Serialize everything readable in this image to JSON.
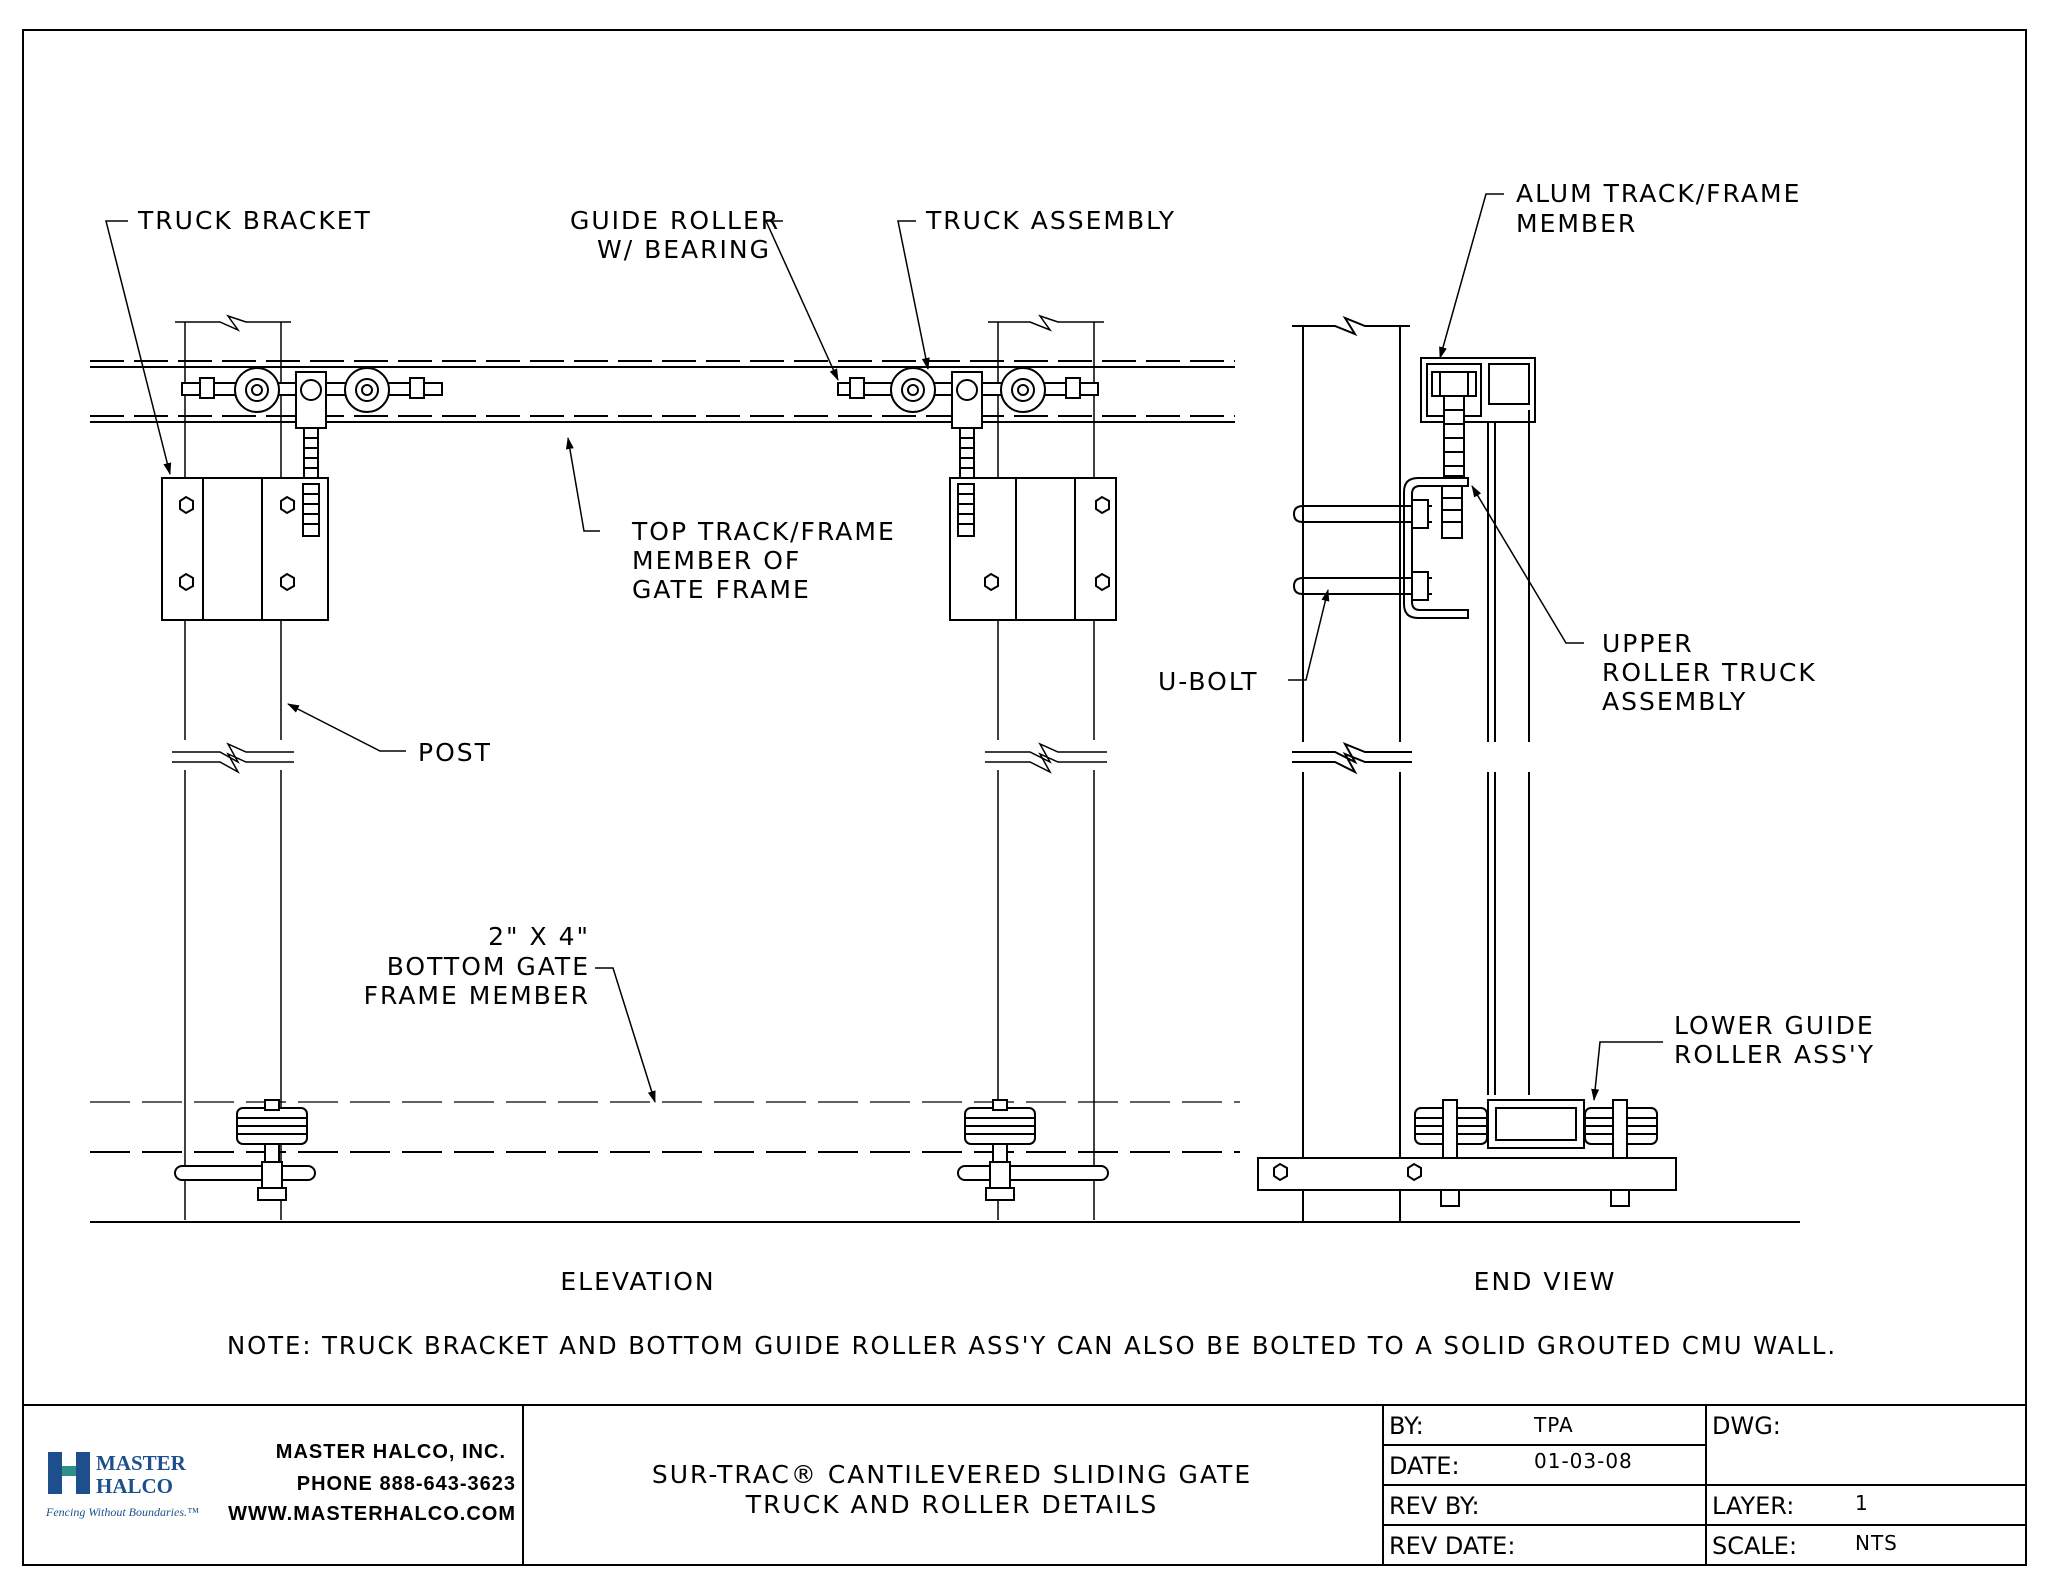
{
  "labels": {
    "truck_bracket": "TRUCK BRACKET",
    "guide_roller_1": "GUIDE ROLLER",
    "guide_roller_2": "W/ BEARING",
    "truck_assembly": "TRUCK ASSEMBLY",
    "alum_track_1": "ALUM TRACK/FRAME",
    "alum_track_2": "MEMBER",
    "top_track_1": "TOP TRACK/FRAME",
    "top_track_2": "MEMBER OF",
    "top_track_3": "GATE FRAME",
    "upper_roller_1": "UPPER",
    "upper_roller_2": "ROLLER TRUCK",
    "upper_roller_3": "ASSEMBLY",
    "u_bolt": "U-BOLT",
    "post": "POST",
    "bottom_member_1": "2\" X 4\"",
    "bottom_member_2": "BOTTOM GATE",
    "bottom_member_3": "FRAME MEMBER",
    "lower_guide_1": "LOWER GUIDE",
    "lower_guide_2": "ROLLER ASS'Y"
  },
  "views": {
    "elevation": "ELEVATION",
    "end_view": "END VIEW"
  },
  "note": "NOTE: TRUCK BRACKET AND BOTTOM GUIDE ROLLER ASS'Y CAN ALSO BE BOLTED TO A SOLID GROUTED CMU WALL.",
  "title_block": {
    "logo_line1": "MASTER",
    "logo_line2": "HALCO",
    "logo_tagline": "Fencing Without Boundaries.™",
    "company": "MASTER HALCO, INC.",
    "phone": "PHONE 888-643-3623",
    "website": "WWW.MASTERHALCO.COM",
    "title_line1": "SUR-TRAC® CANTILEVERED SLIDING GATE",
    "title_line2": "TRUCK AND ROLLER DETAILS",
    "by_label": "BY:",
    "by_value": "TPA",
    "date_label": "DATE:",
    "date_value": "01-03-08",
    "rev_by_label": "REV BY:",
    "rev_date_label": "REV DATE:",
    "dwg_label": "DWG:",
    "layer_label": "LAYER:",
    "layer_value": "1",
    "scale_label": "SCALE:",
    "scale_value": "NTS"
  },
  "colors": {
    "logo_blue": "#1c4f8c",
    "logo_teal": "#2f8f8a"
  }
}
